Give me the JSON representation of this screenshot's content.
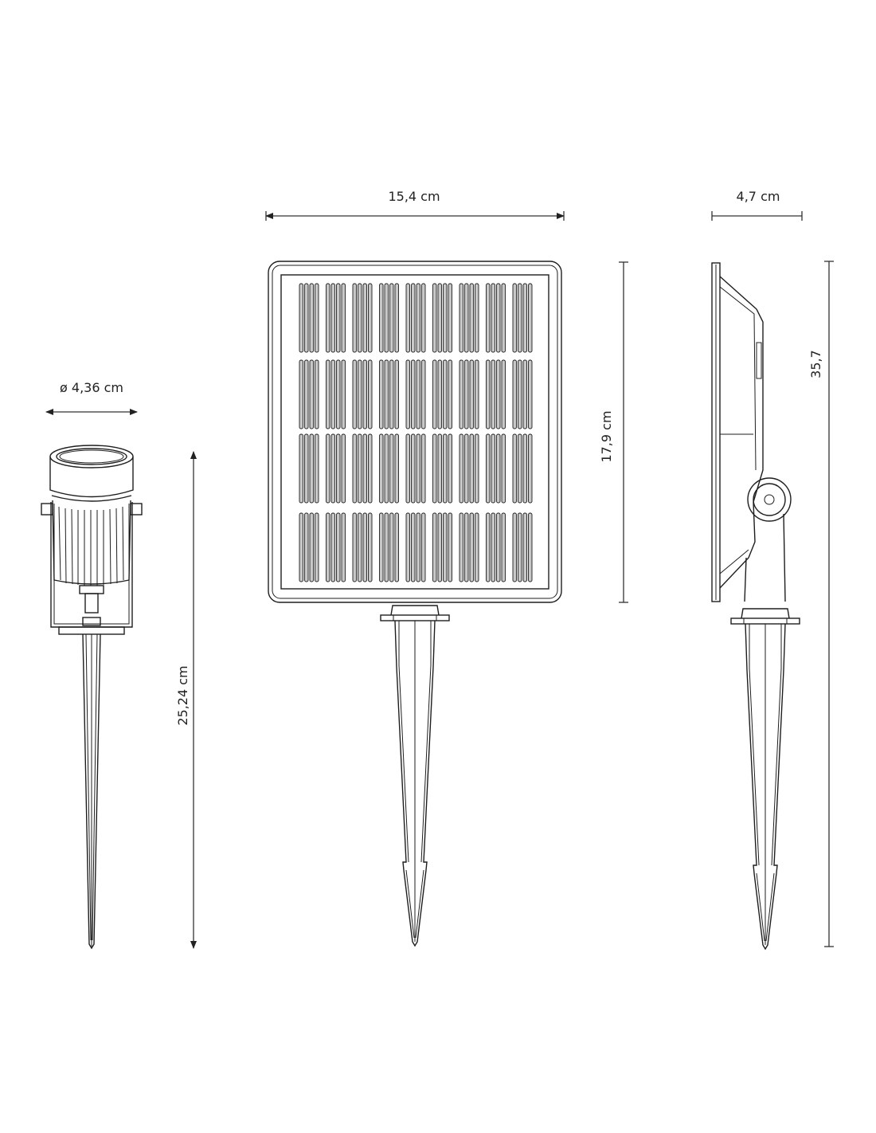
{
  "colors": {
    "background": "#ffffff",
    "line": "#1e1e1e",
    "cell_fill": "#c8c8c8",
    "text": "#222222"
  },
  "dimensions": {
    "spotlight_diameter": "ø 4,36 cm",
    "spotlight_height": "25,24 cm",
    "panel_width": "15,4 cm",
    "panel_height": "17,9 cm",
    "side_depth": "4,7 cm",
    "total_height": "35,7"
  },
  "views": [
    {
      "id": "spotlight-front",
      "description": "LED spot light with ground stake"
    },
    {
      "id": "solar-panel-front",
      "description": "Solar panel front with 9x4 cell grid and ground stake"
    },
    {
      "id": "solar-panel-side",
      "description": "Solar panel side profile with pivot joint and ground stake"
    }
  ],
  "panel_grid": {
    "columns": 9,
    "rows": 4,
    "stripes_per_cell": 4
  }
}
